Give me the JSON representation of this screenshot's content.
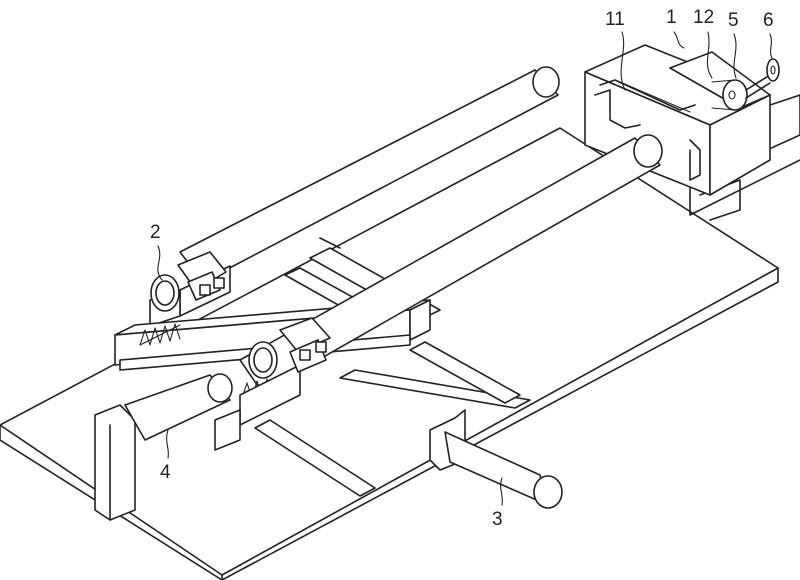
{
  "figure": {
    "callouts": [
      {
        "id": "c11",
        "text": "11"
      },
      {
        "id": "c1",
        "text": "1"
      },
      {
        "id": "c12",
        "text": "12"
      },
      {
        "id": "c5",
        "text": "5"
      },
      {
        "id": "c6",
        "text": "6"
      },
      {
        "id": "c2",
        "text": "2"
      },
      {
        "id": "c4",
        "text": "4"
      },
      {
        "id": "c3",
        "text": "3"
      }
    ]
  }
}
